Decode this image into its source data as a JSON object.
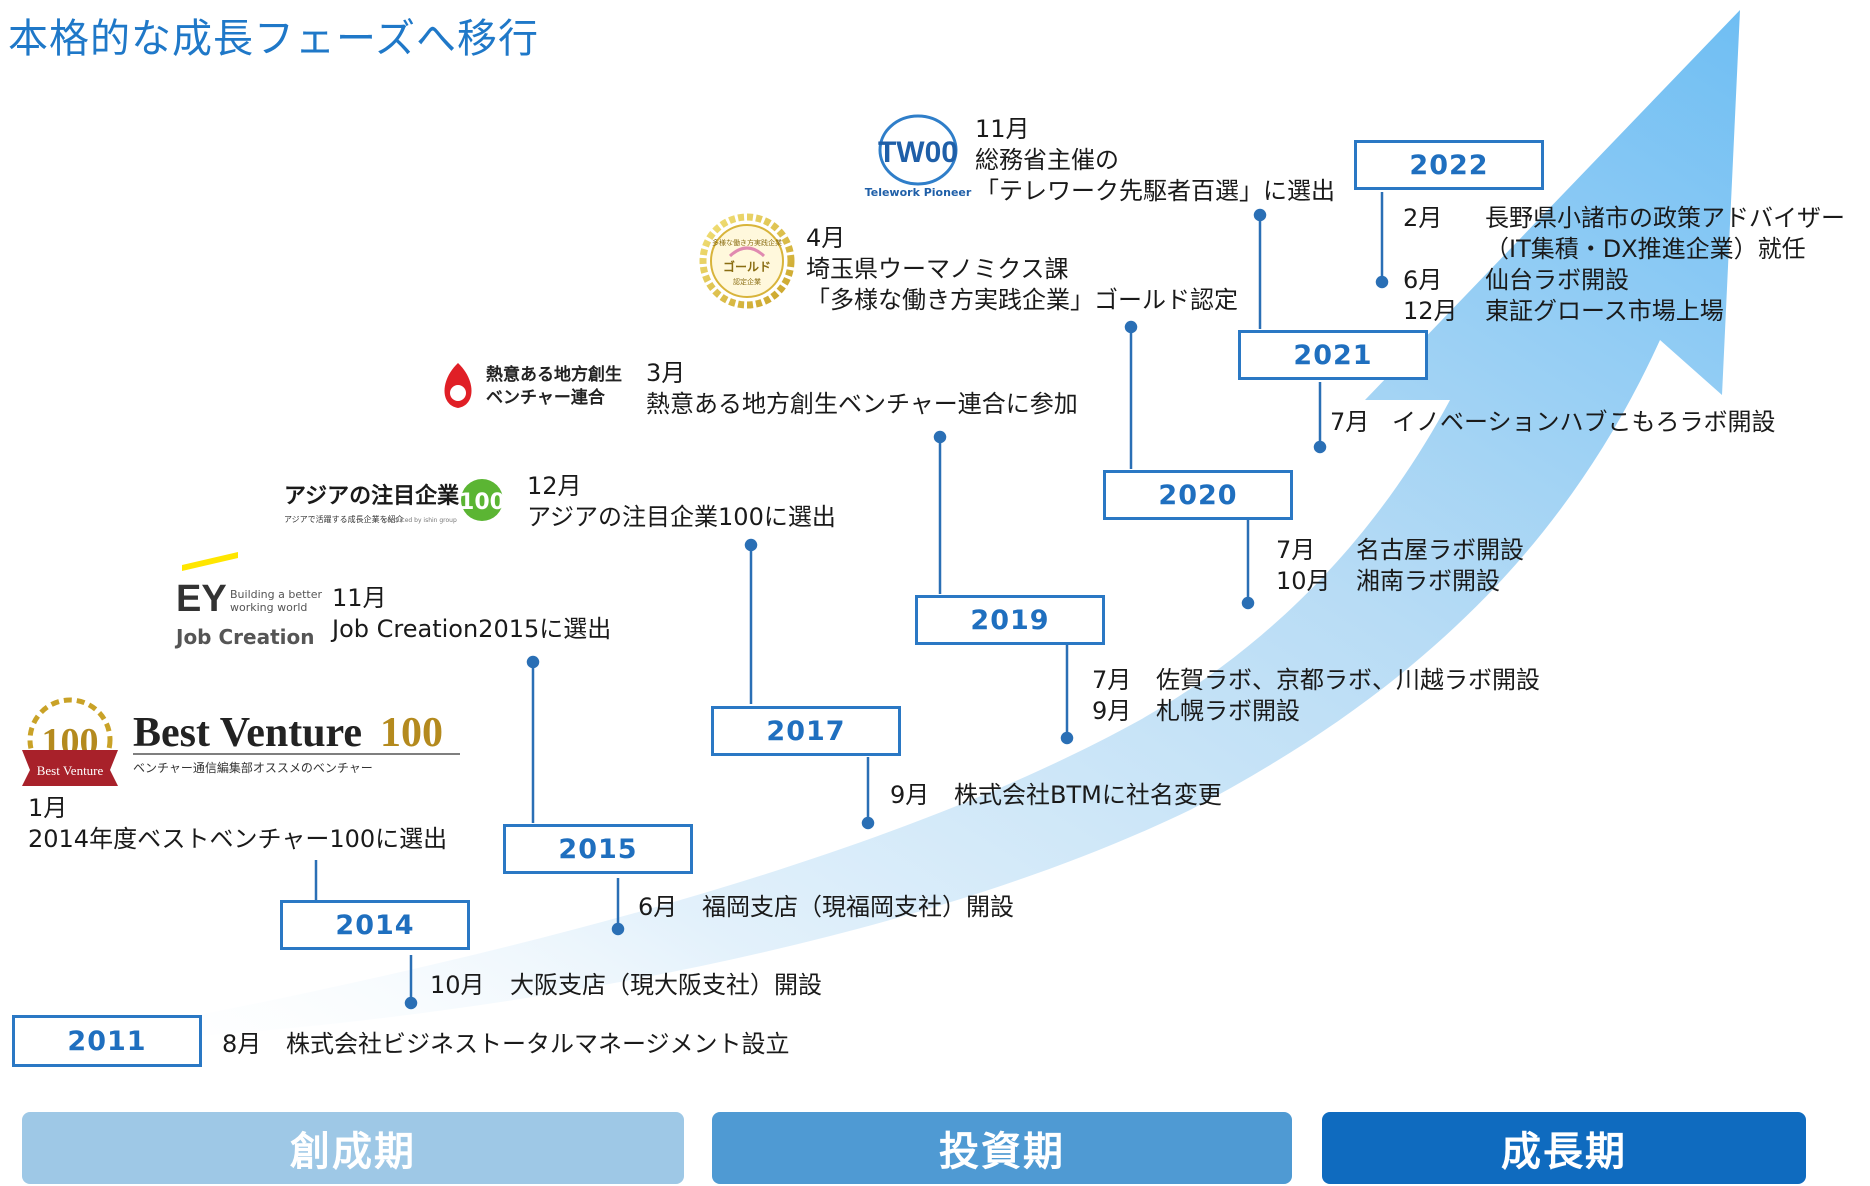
{
  "title": "本格的な成長フェーズへ移行",
  "colors": {
    "accent": "#1f78c8",
    "box_border": "#2a78c4",
    "line": "#2a6fb5",
    "phase1": "#9ec8e6",
    "phase2": "#4f9ad3",
    "phase3": "#0f6bbf"
  },
  "years": [
    "2011",
    "2014",
    "2015",
    "2017",
    "2019",
    "2020",
    "2021",
    "2022"
  ],
  "events": {
    "e2011": {
      "month": "8月",
      "text": "株式会社ビジネストータルマネージメント設立"
    },
    "e2014": {
      "month": "10月",
      "text": "大阪支店（現大阪支社）開設"
    },
    "e2015": {
      "month": "6月",
      "text": "福岡支店（現福岡支社）開設"
    },
    "e2017": {
      "month": "9月",
      "text": "株式会社BTMに社名変更"
    },
    "e2019a": {
      "month": "7月",
      "text": "佐賀ラボ、京都ラボ、川越ラボ開設"
    },
    "e2019b": {
      "month": "9月",
      "text": "札幌ラボ開設"
    },
    "e2020a": {
      "month": "7月",
      "text": "名古屋ラボ開設"
    },
    "e2020b": {
      "month": "10月",
      "text": "湘南ラボ開設"
    },
    "e2021": {
      "month": "7月",
      "text": "イノベーションハブこもろラボ開設"
    },
    "e2022a": {
      "month": "2月",
      "text": "長野県小諸市の政策アドバイザー"
    },
    "e2022a2": {
      "text": "（IT集積・DX推進企業）就任"
    },
    "e2022b": {
      "month": "6月",
      "text": "仙台ラボ開設"
    },
    "e2022c": {
      "month": "12月",
      "text": "東証グロース市場上場"
    }
  },
  "awards": {
    "a1": {
      "month": "1月",
      "text": "2014年度ベストベンチャー100に選出"
    },
    "a2": {
      "month": "11月",
      "text": "Job Creation2015に選出"
    },
    "a3": {
      "month": "12月",
      "text": "アジアの注目企業100に選出"
    },
    "a4": {
      "month": "3月",
      "text": "熱意ある地方創生ベンチャー連合に参加"
    },
    "a5": {
      "month": "4月",
      "line1": "埼玉県ウーマノミクス課",
      "line2": "「多様な働き方実践企業」ゴールド認定"
    },
    "a6": {
      "month": "11月",
      "line1": "総務省主催の",
      "line2": "「テレワーク先駆者百選」に選出"
    }
  },
  "logos": {
    "bv": {
      "badge": "100",
      "ribbon": "Best Venture",
      "name": "Best Venture",
      "num": "100",
      "sub": "ベンチャー通信編集部オススメのベンチャー"
    },
    "ey": {
      "mark": "EY",
      "tag1": "Building a better",
      "tag2": "working world",
      "sub": "Job Creation"
    },
    "asia": {
      "name": "アジアの注目企業",
      "num": "100",
      "sub": "アジアで活躍する成長企業を紹介",
      "by": "produced by ishin group"
    },
    "netsui": {
      "line1": "熱意ある地方創生",
      "line2": "ベンチャー連合"
    },
    "gold": {
      "top": "多様な働き方実践企業",
      "mid": "ゴールド",
      "bottom": "認定企業"
    },
    "tw": {
      "mark": "TW00",
      "sub": "Telework Pioneer"
    }
  },
  "phases": [
    "創成期",
    "投資期",
    "成長期"
  ]
}
